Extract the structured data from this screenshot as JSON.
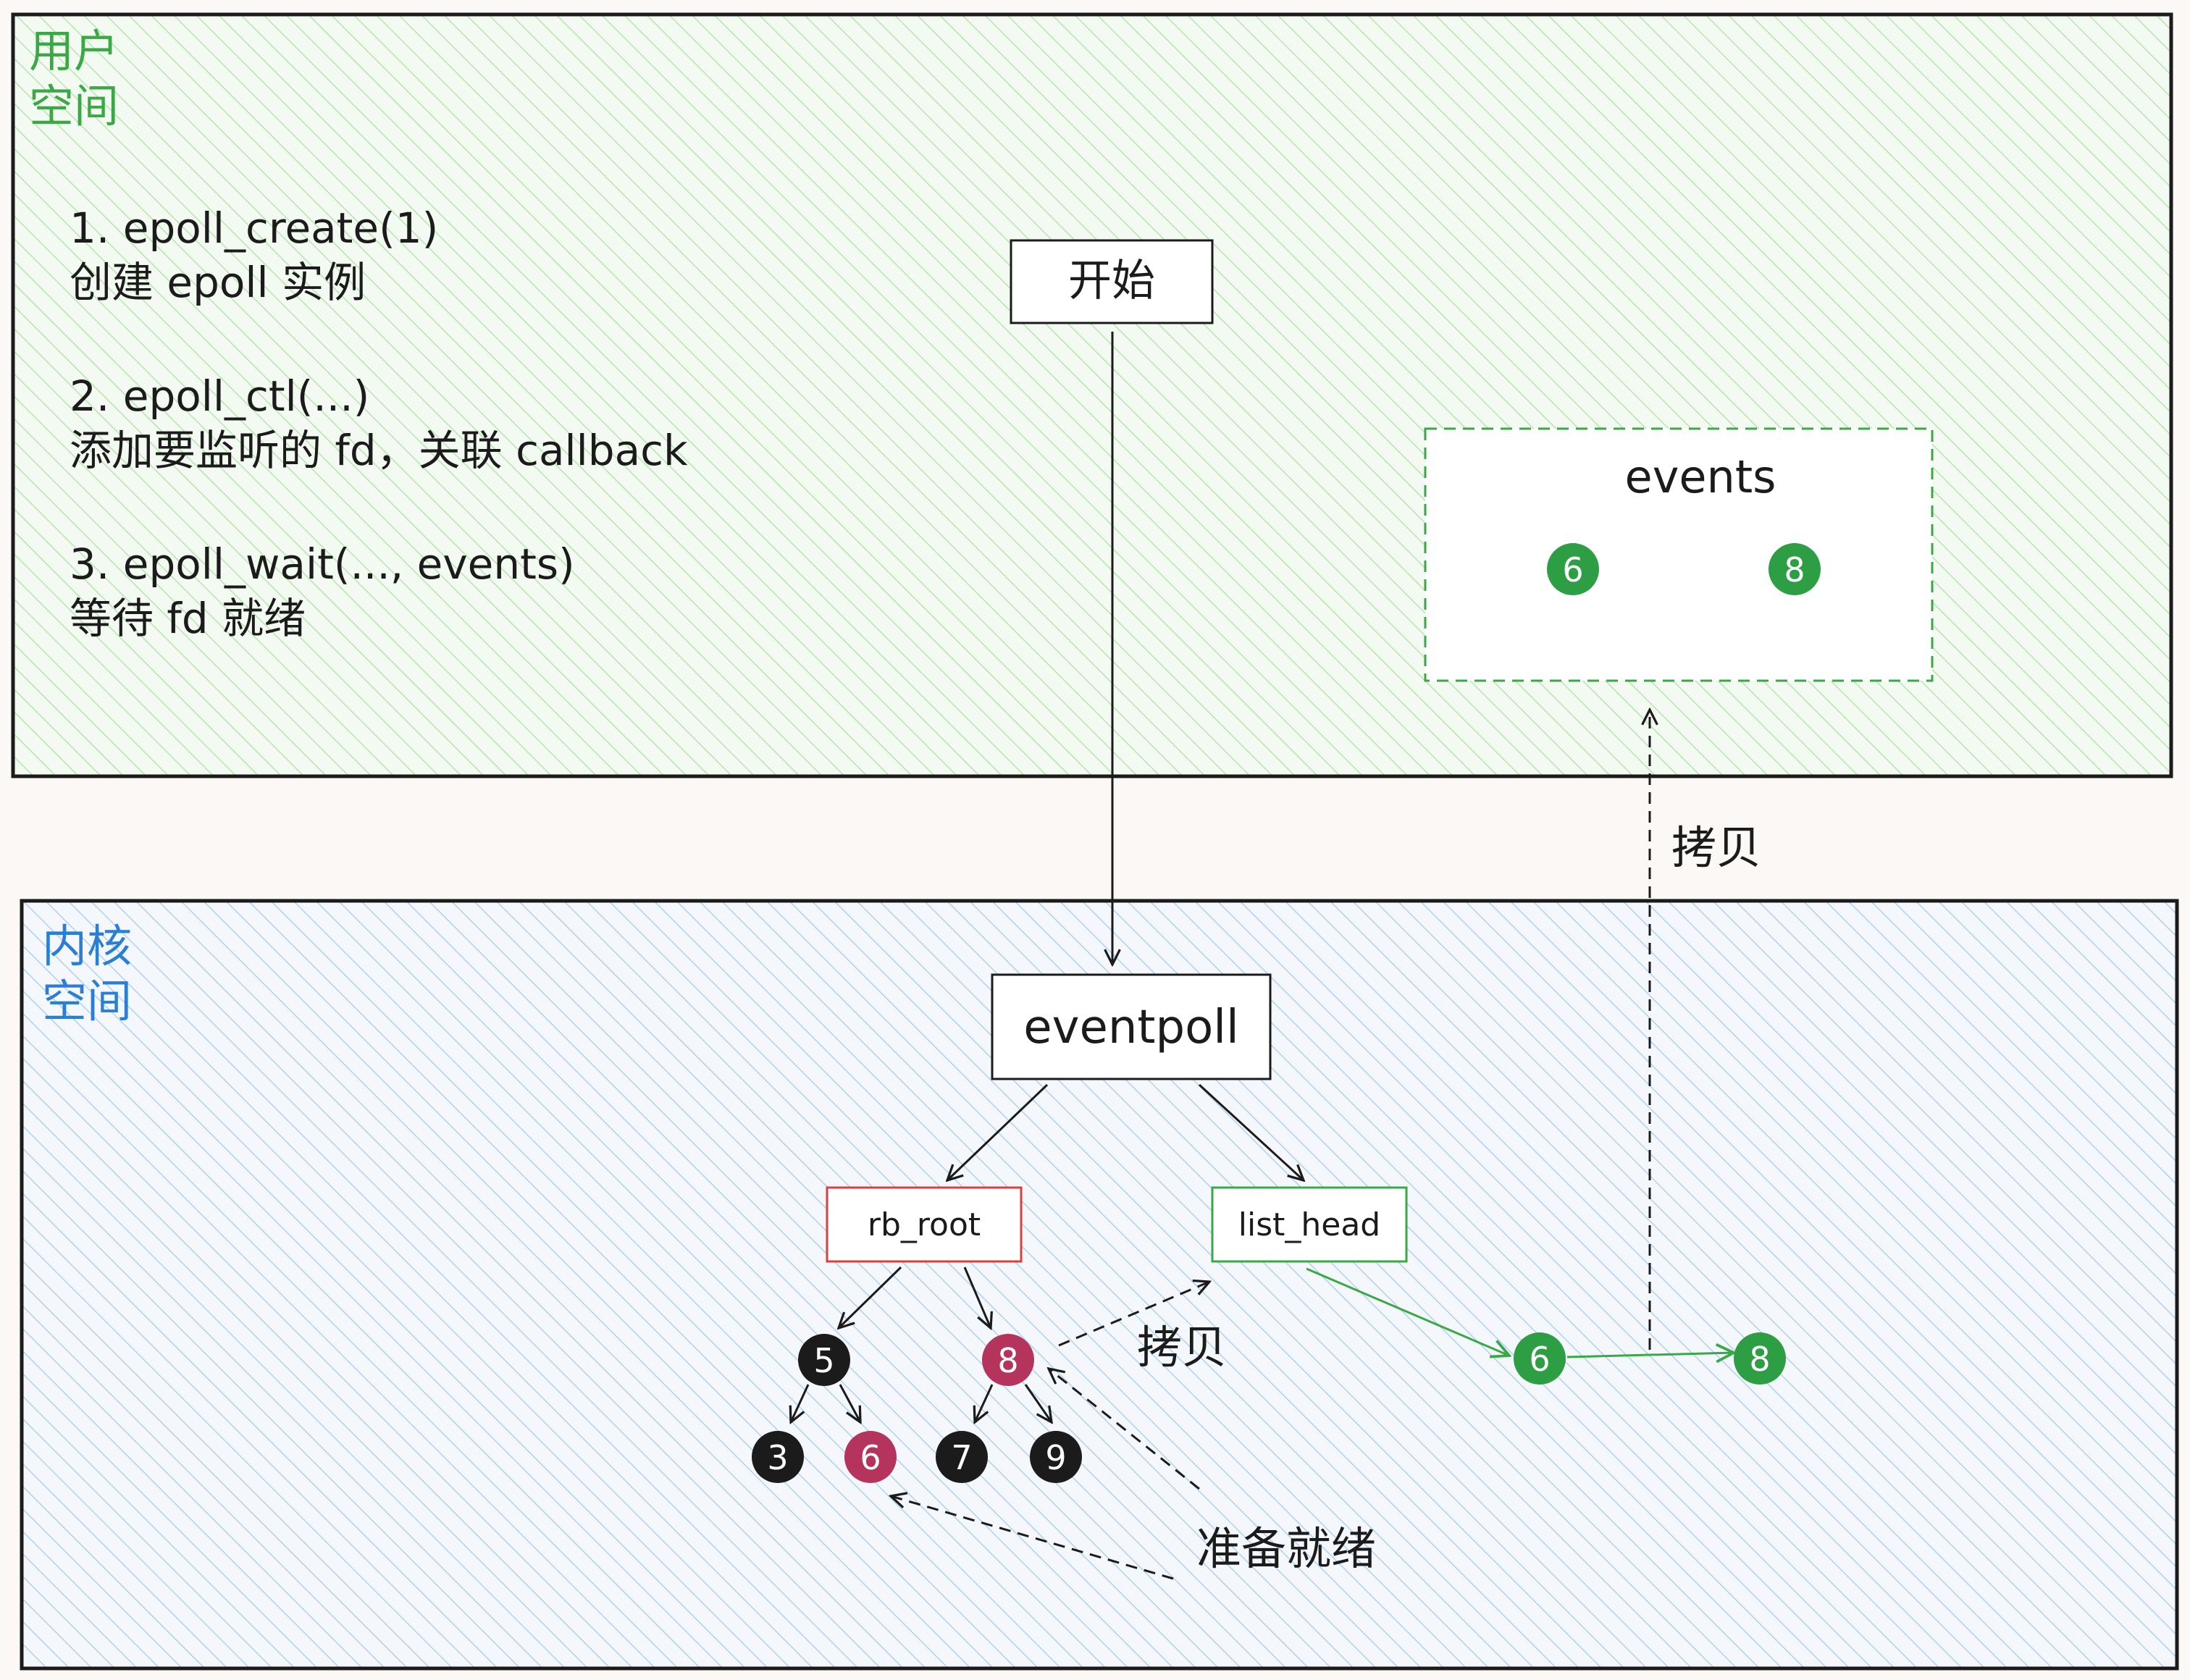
{
  "user_space": {
    "label_line1": "用户",
    "label_line2": "空间",
    "color": "#3aa845",
    "bg": "#eef8ec",
    "hatch": "#bfe6b8",
    "steps": [
      {
        "line1": "1. epoll_create(1)",
        "line2": "创建 epoll 实例"
      },
      {
        "line1": "2. epoll_ctl(...)",
        "line2": "添加要监听的 fd，关联 callback"
      },
      {
        "line1": "3. epoll_wait(..., events)",
        "line2": "等待 fd 就绪"
      }
    ],
    "start_label": "开始",
    "events_label": "events",
    "events_items": [
      "6",
      "8"
    ]
  },
  "kernel_space": {
    "label_line1": "内核",
    "label_line2": "空间",
    "color": "#2a7fd4",
    "bg": "#eef4fb",
    "hatch": "#b7d3ee",
    "eventpoll_label": "eventpoll",
    "rb_root_label": "rb_root",
    "list_head_label": "list_head",
    "tree_nodes": [
      "5",
      "8",
      "3",
      "6",
      "7",
      "9"
    ],
    "ready_list": [
      "6",
      "8"
    ],
    "copy_label": "拷贝",
    "ready_label": "准备就绪"
  },
  "copy_up_label": "拷贝",
  "colors": {
    "black_node": "#1b1b1b",
    "red_node": "#b5345e",
    "green_node": "#2e9e44",
    "rb_border": "#d94040",
    "list_border": "#3aa845",
    "events_border": "#3aa845",
    "green_arrow": "#3aa845"
  }
}
